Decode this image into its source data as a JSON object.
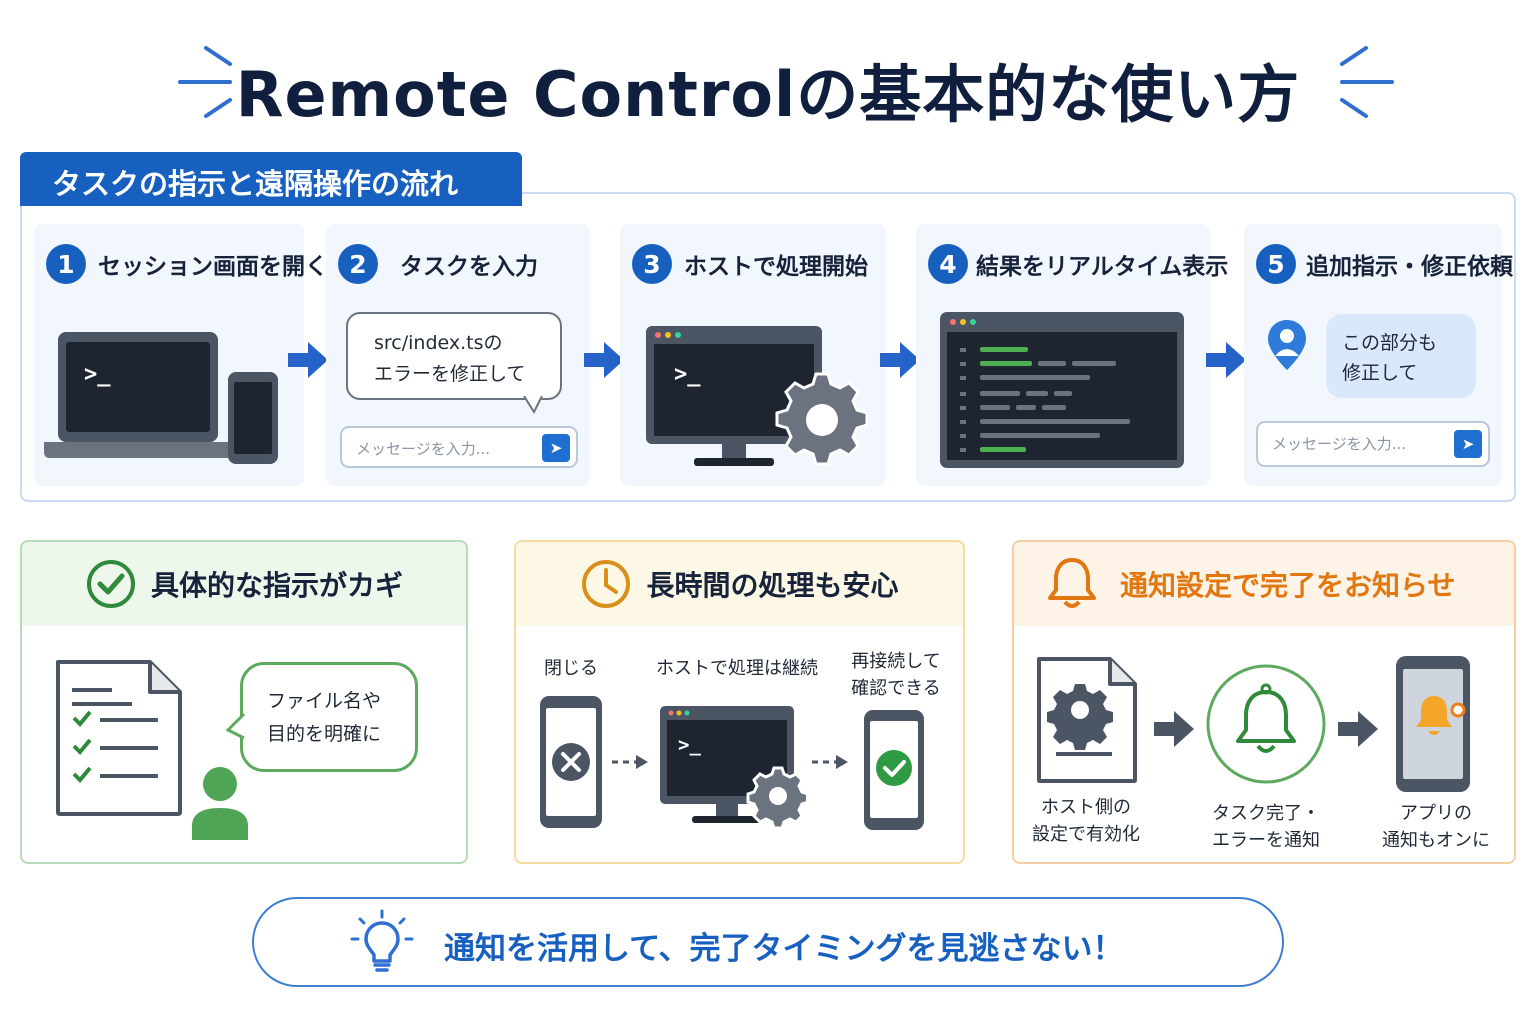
{
  "title": "Remote Controlの基本的な使い方",
  "flow": {
    "section_label": "タスクの指示と遠隔操作の流れ",
    "steps": [
      {
        "num": "1",
        "label": "セッション画面を開く"
      },
      {
        "num": "2",
        "label": "タスクを入力",
        "bubble_line1": "src/index.tsの",
        "bubble_line2": "エラーを修正して",
        "input_placeholder": "メッセージを入力..."
      },
      {
        "num": "3",
        "label": "ホストで処理開始"
      },
      {
        "num": "4",
        "label": "結果をリアルタイム表示"
      },
      {
        "num": "5",
        "label": "追加指示・修正依頼",
        "bubble_line1": "この部分も",
        "bubble_line2": "修正して",
        "input_placeholder": "メッセージを入力..."
      }
    ],
    "terminal_prompt": ">_"
  },
  "tips": {
    "specific": {
      "title": "具体的な指示がカギ",
      "bubble_line1": "ファイル名や",
      "bubble_line2": "目的を明確に"
    },
    "long_running": {
      "title": "長時間の処理も安心",
      "stage1": "閉じる",
      "stage2": "ホストで処理は継続",
      "stage3_line1": "再接続して",
      "stage3_line2": "確認できる"
    },
    "notify": {
      "title": "通知設定で完了をお知らせ",
      "stage1_line1": "ホスト側の",
      "stage1_line2": "設定で有効化",
      "stage2_line1": "タスク完了・",
      "stage2_line2": "エラーを通知",
      "stage3_line1": "アプリの",
      "stage3_line2": "通知もオンに"
    }
  },
  "banner": {
    "text": "通知を活用して、完了タイミングを見逃さない！"
  },
  "colors": {
    "primary_blue": "#1760bf",
    "green": "#2f8a3a",
    "amber": "#d9901a",
    "orange": "#e2760f",
    "dark_navy": "#0f1f3d"
  }
}
